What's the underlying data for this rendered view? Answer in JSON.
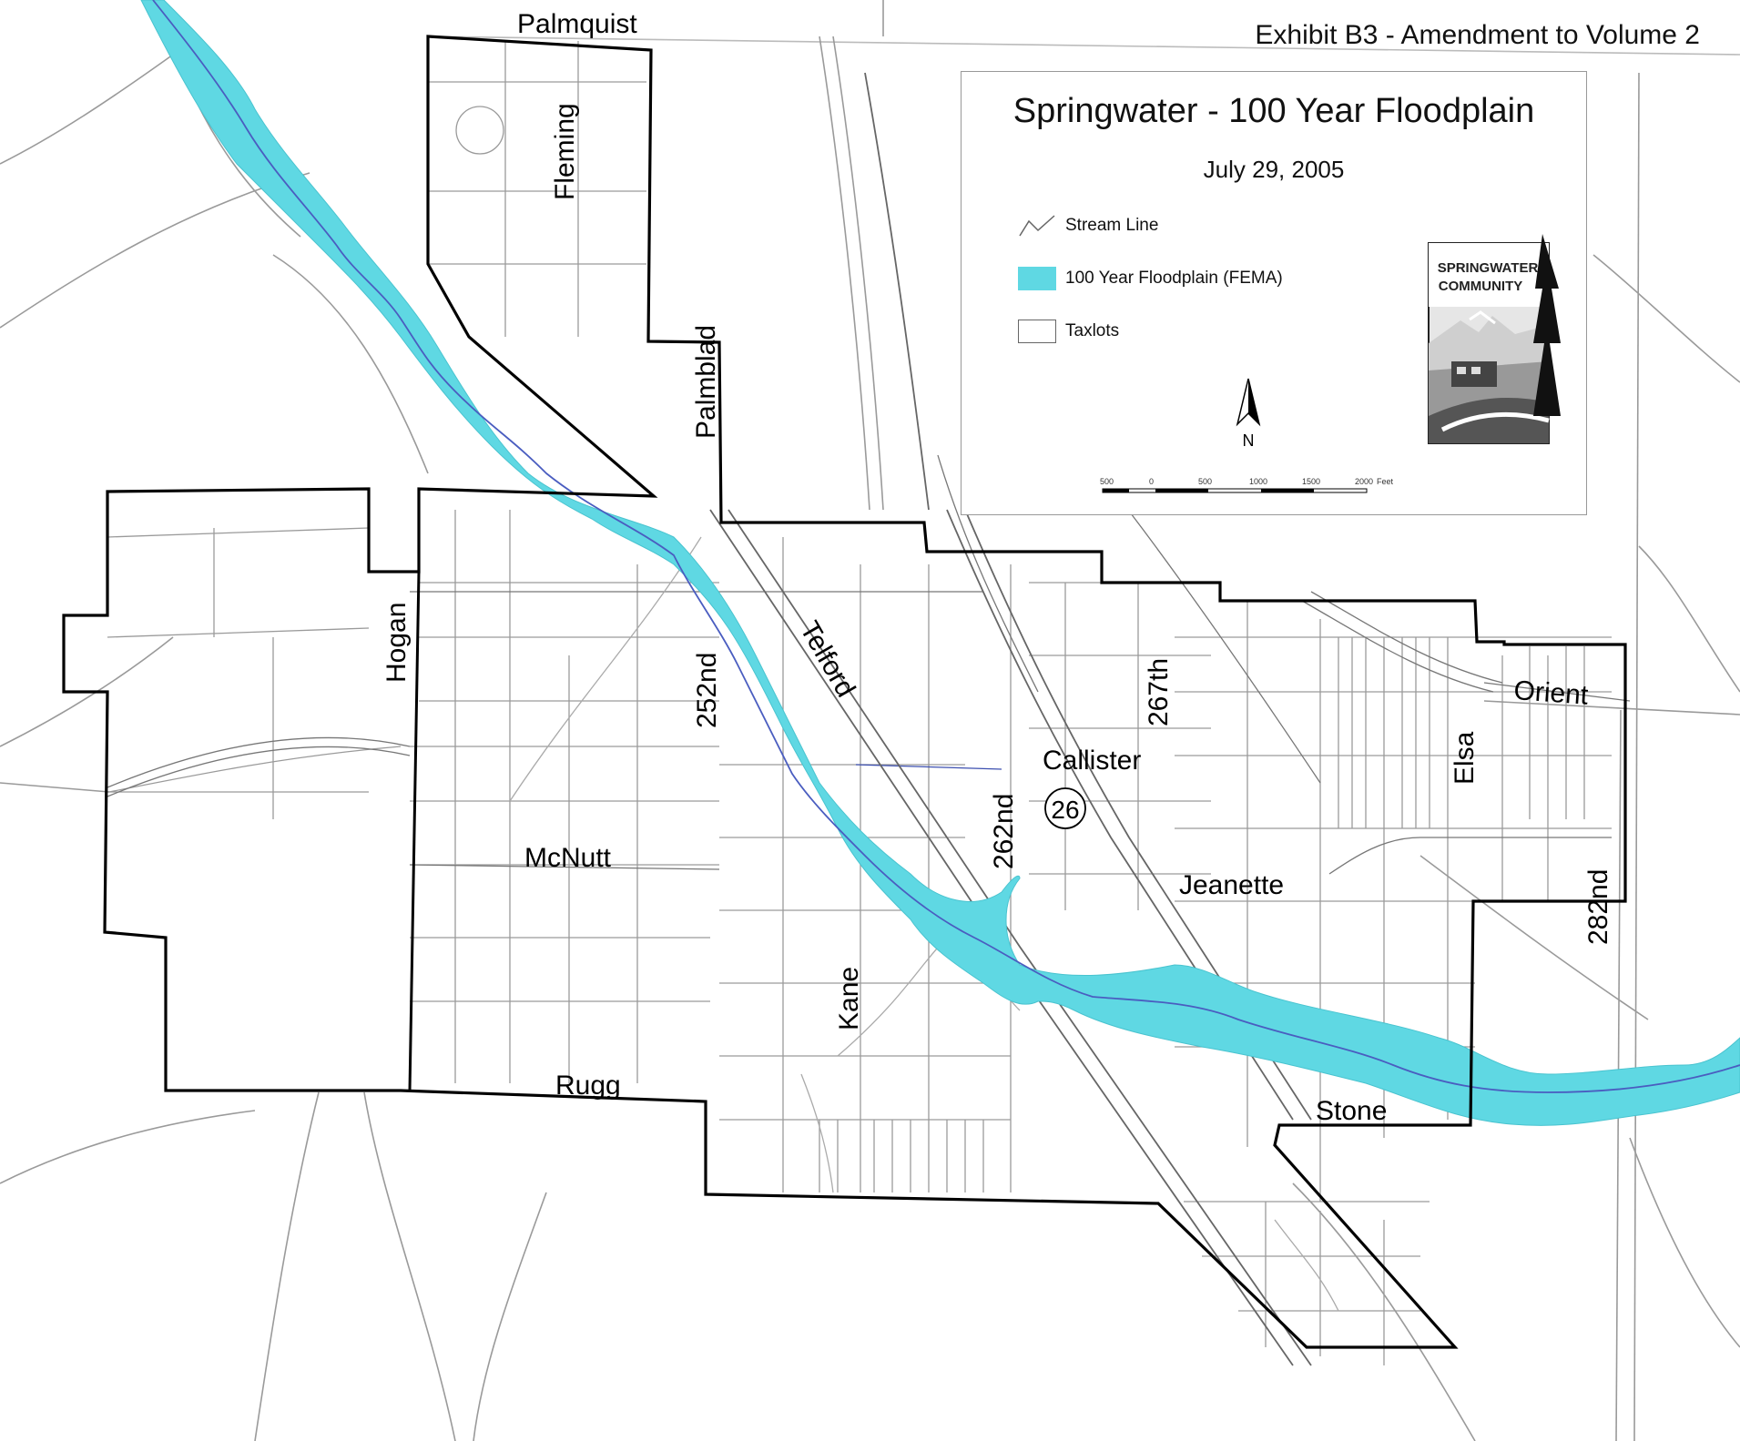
{
  "exhibit_label": "Exhibit B3 - Amendment  to Volume 2",
  "legend": {
    "title": "Springwater - 100 Year Floodplain",
    "date": "July 29, 2005",
    "items": [
      {
        "label": "Stream Line",
        "icon": "stream-line-icon"
      },
      {
        "label": "100 Year Floodplain (FEMA)",
        "icon": "floodplain-swatch",
        "color": "#5fd8e3"
      },
      {
        "label": "Taxlots",
        "icon": "taxlot-swatch"
      }
    ],
    "north_label": "N",
    "scale": {
      "ticks": [
        "500",
        "0",
        "500",
        "1000",
        "1500",
        "2000"
      ],
      "unit": "Feet"
    },
    "logo": {
      "line1": "SPRINGWATER",
      "line2": "COMMUNITY"
    }
  },
  "colors": {
    "floodplain": "#5fd8e3",
    "stream": "#4a5dc0",
    "boundary": "#000000",
    "taxlot": "#8c8c8c"
  },
  "streets": {
    "palmquist": "Palmquist",
    "fleming": "Fleming",
    "palmblad": "Palmblad",
    "hogan": "Hogan",
    "s252nd": "252nd",
    "telford": "Telford",
    "s267th": "267th",
    "orient": "Orient",
    "callister": "Callister",
    "elsa": "Elsa",
    "route": "26",
    "s262nd": "262nd",
    "mcnutt": "McNutt",
    "jeanette": "Jeanette",
    "s282nd": "282nd",
    "kane": "Kane",
    "rugg": "Rugg",
    "stone": "Stone"
  }
}
